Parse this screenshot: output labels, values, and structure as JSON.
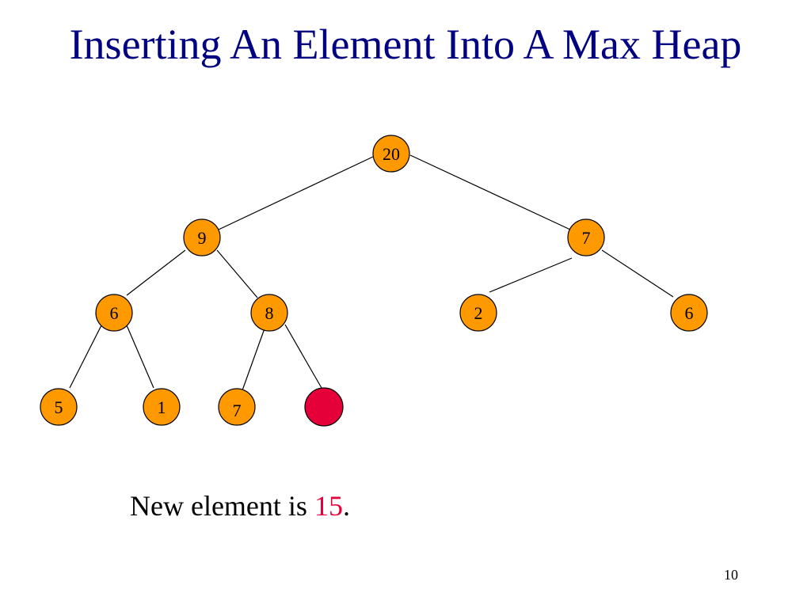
{
  "slide": {
    "title": "Inserting An Element Into A Max Heap",
    "caption_prefix": "New element is",
    "caption_value": "15",
    "caption_suffix": ".",
    "slide_number": "10"
  },
  "tree": {
    "nodes": [
      {
        "id": "root",
        "label": "20"
      },
      {
        "id": "left",
        "label": "9"
      },
      {
        "id": "right",
        "label": "7"
      },
      {
        "id": "left-left",
        "label": "6"
      },
      {
        "id": "left-right",
        "label": "8"
      },
      {
        "id": "right-left",
        "label": "2"
      },
      {
        "id": "right-right",
        "label": "6"
      },
      {
        "id": "left-left-left",
        "label": "5"
      },
      {
        "id": "left-left-right",
        "label": "1"
      },
      {
        "id": "left-right-left",
        "label": "7"
      },
      {
        "id": "new-node",
        "label": ""
      }
    ],
    "edges": [
      [
        "root",
        "left"
      ],
      [
        "root",
        "right"
      ],
      [
        "left",
        "left-left"
      ],
      [
        "left",
        "left-right"
      ],
      [
        "right",
        "right-left"
      ],
      [
        "right",
        "right-right"
      ],
      [
        "left-left",
        "left-left-left"
      ],
      [
        "left-left",
        "left-left-right"
      ],
      [
        "left-right",
        "left-right-left"
      ],
      [
        "left-right",
        "new-node"
      ]
    ]
  },
  "colors": {
    "title": "#000080",
    "node_fill": "#ff9900",
    "new_node_fill": "#e60039",
    "edge": "#000000",
    "highlight_text": "#e60039"
  }
}
